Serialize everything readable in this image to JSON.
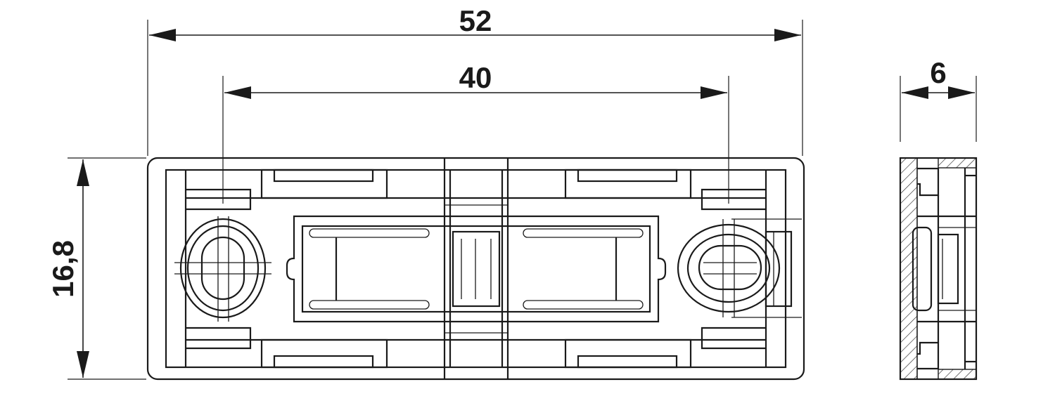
{
  "dimensions": {
    "overall_length": "52",
    "hole_spacing": "40",
    "height": "16,8",
    "thickness": "6"
  }
}
